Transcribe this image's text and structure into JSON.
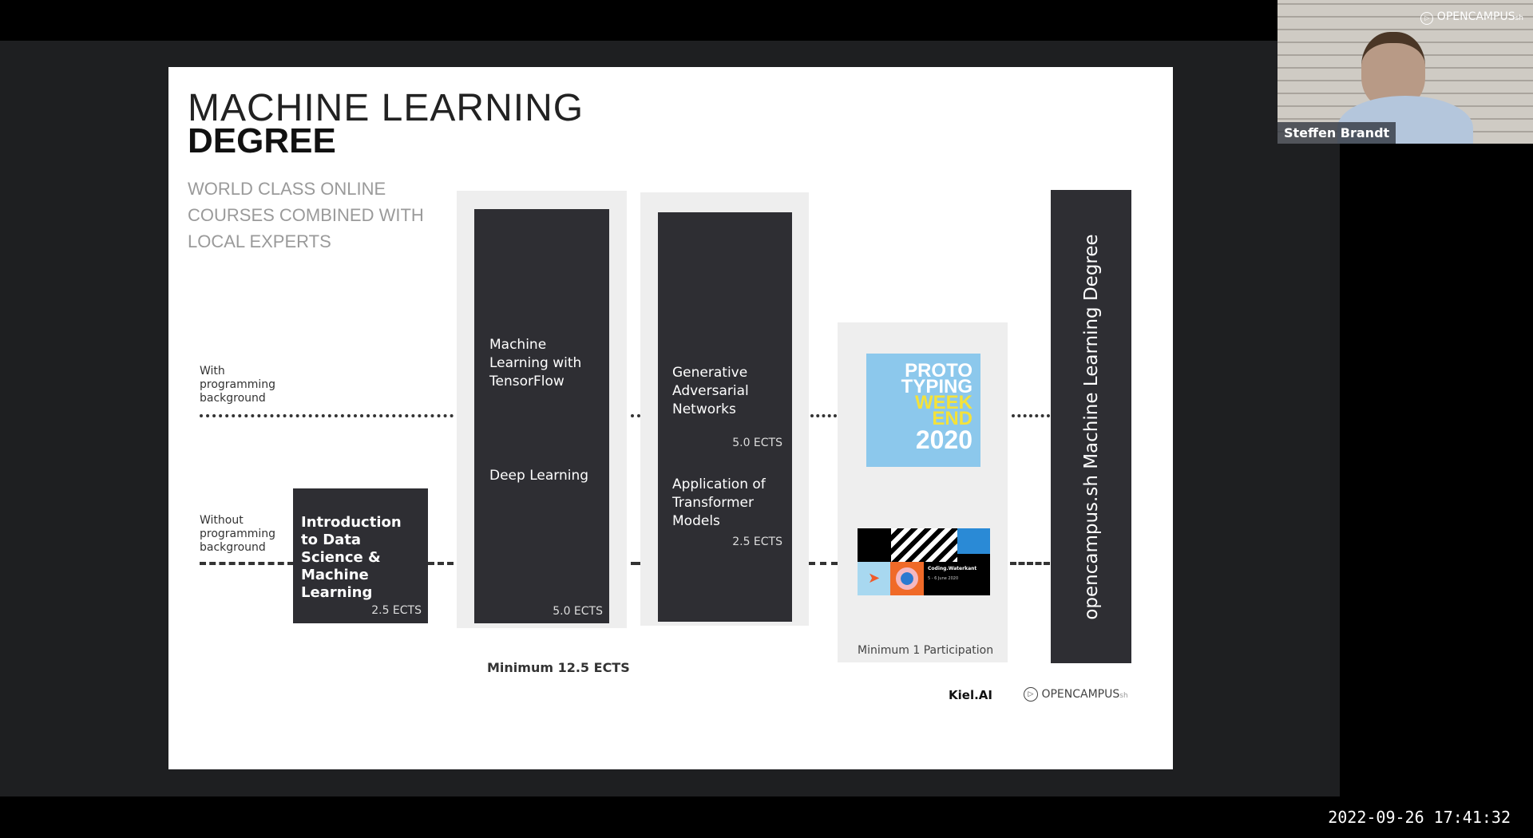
{
  "slide": {
    "title_line1": "MACHINE LEARNING",
    "title_line2": "DEGREE",
    "subtitle": [
      "WORLD CLASS ONLINE",
      "COURSES COMBINED WITH",
      "LOCAL EXPERTS"
    ],
    "with_programming": "With programming background",
    "without_programming": "Without programming background",
    "intro_course": {
      "title": "Introduction to Data Science & Machine Learning",
      "ects": "2.5 ECTS"
    },
    "ml_tf_course": {
      "title": "Machine Learning with TensorFlow",
      "sub": "Deep Learning",
      "ects": "5.0 ECTS"
    },
    "gan_course": {
      "title": "Generative Adversarial Networks",
      "ects": "5.0 ECTS",
      "sub": "Application of Transformer Models",
      "sub_ects": "2.5 ECTS"
    },
    "min_ects": "Minimum 12.5 ECTS",
    "proto": {
      "l1": "PROTO",
      "l2": "TYPING",
      "l3": "WEEK",
      "l4": "END",
      "l5": "2020",
      "colors": {
        "bg": "#8cc8ec",
        "accent": "#f4e23a"
      }
    },
    "waterkant": {
      "title": "Coding.Waterkant",
      "date": "5 - 6 June 2020"
    },
    "min_participation": "Minimum 1 Participation",
    "degree_bar": "opencampus.sh Machine Learning Degree",
    "logo_kiel": "Kiel.AI",
    "logo_opencampus": "OPENCAMPUS",
    "logo_opencampus_suffix": "sh"
  },
  "webcam": {
    "participant_name": "Steffen Brandt",
    "watermark": "OPENCAMPUS",
    "watermark_suffix": "sh"
  },
  "timestamp": "2022-09-26 17:41:32"
}
